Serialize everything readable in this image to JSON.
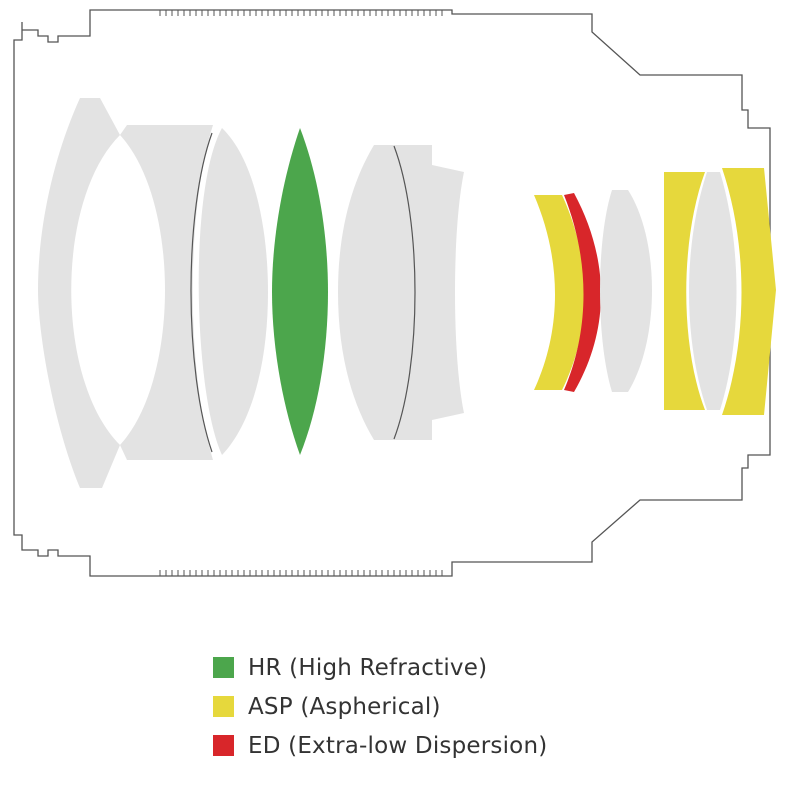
{
  "colors": {
    "housing_outline": "#555555",
    "standard_lens": "#e3e3e3",
    "interface_line": "#555555",
    "hr": "#4ca64c",
    "asp": "#e6d83c",
    "ed": "#d8262a"
  },
  "lens_elements": [
    {
      "id": "L1",
      "type": "standard"
    },
    {
      "id": "L2",
      "type": "standard"
    },
    {
      "id": "L3",
      "type": "standard"
    },
    {
      "id": "L4",
      "type": "hr"
    },
    {
      "id": "L5",
      "type": "standard"
    },
    {
      "id": "L6",
      "type": "standard"
    },
    {
      "id": "L7",
      "type": "asp"
    },
    {
      "id": "L8",
      "type": "ed"
    },
    {
      "id": "L9",
      "type": "standard"
    },
    {
      "id": "L10",
      "type": "asp"
    },
    {
      "id": "L11",
      "type": "standard"
    },
    {
      "id": "L12",
      "type": "asp"
    }
  ],
  "legend": [
    {
      "key": "hr",
      "label": "HR (High Refractive)"
    },
    {
      "key": "asp",
      "label": "ASP (Aspherical)"
    },
    {
      "key": "ed",
      "label": "ED (Extra-low Dispersion)"
    }
  ]
}
